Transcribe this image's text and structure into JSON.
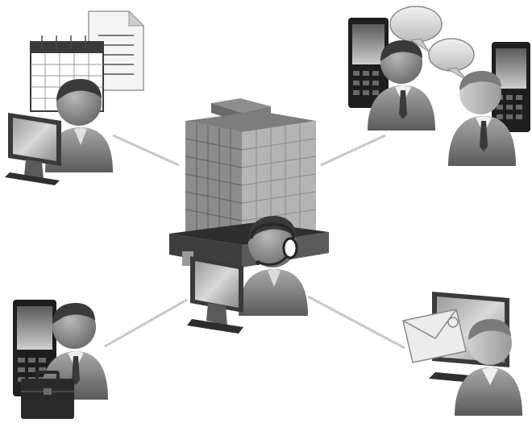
{
  "diagram": {
    "type": "hub-and-spoke",
    "hub": {
      "icon": "call-center-building-icon"
    },
    "nodes": [
      {
        "id": "top-left",
        "icon": "desktop-user-with-calendar-icon"
      },
      {
        "id": "top-right",
        "icon": "mobile-chat-users-icon"
      },
      {
        "id": "bottom-left",
        "icon": "mobile-businessman-icon"
      },
      {
        "id": "bottom-right",
        "icon": "email-user-icon"
      }
    ],
    "colors": {
      "background": "#ffffff",
      "connector": "#c8c8c8",
      "person": "#8a8a8a",
      "person_dark": "#4a4a4a",
      "device": "#2e2e2e",
      "building": "#9a9a9a"
    }
  }
}
